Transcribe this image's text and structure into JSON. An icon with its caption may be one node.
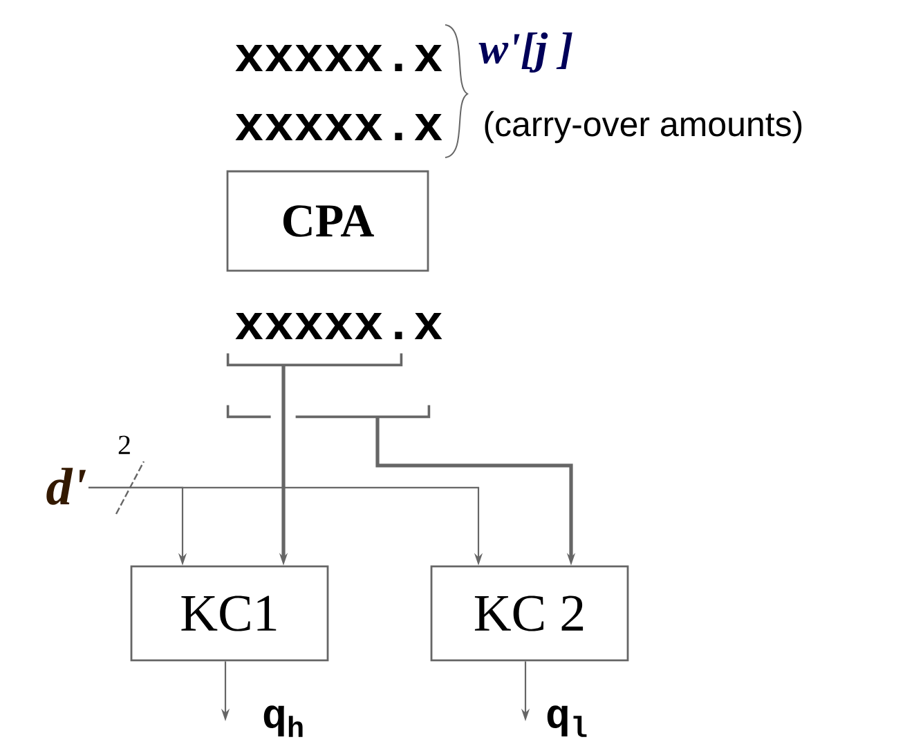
{
  "diagram": {
    "nodes": [
      {
        "text": [
          "xxxxx.x"
        ]
      },
      {
        "text": [
          "xxxxx.x"
        ]
      },
      {
        "text": [
          "CPA"
        ]
      },
      {
        "text": [
          "xxxxx.x"
        ]
      },
      {
        "text": [],
        "shape": "bar"
      },
      {
        "text": [],
        "shape": "bar"
      },
      {
        "text": [
          "d'"
        ]
      },
      {
        "text": [
          "KC1"
        ]
      },
      {
        "text": [
          "KC 2"
        ]
      },
      {
        "text": [
          "q$_{h}$"
        ]
      },
      {
        "text": [
          "q$_{l}$"
        ]
      }
    ],
    "edges": [
      {
        "from": 4,
        "to": 7,
        "arrow": "to",
        "style": "thick"
      },
      {
        "from": 5,
        "to": 8,
        "arrow": "to",
        "style": "thick"
      },
      {
        "from": 6,
        "to": 7,
        "arrow": "to"
      },
      {
        "from": 6,
        "to": 8,
        "arrow": "to"
      },
      {
        "from": 7,
        "to": 9,
        "arrow": "to"
      },
      {
        "from": 8,
        "to": 10,
        "arrow": "to"
      }
    ],
    "labels": [
      "w'[j ]",
      "(carry-over amounts)",
      "2"
    ]
  }
}
